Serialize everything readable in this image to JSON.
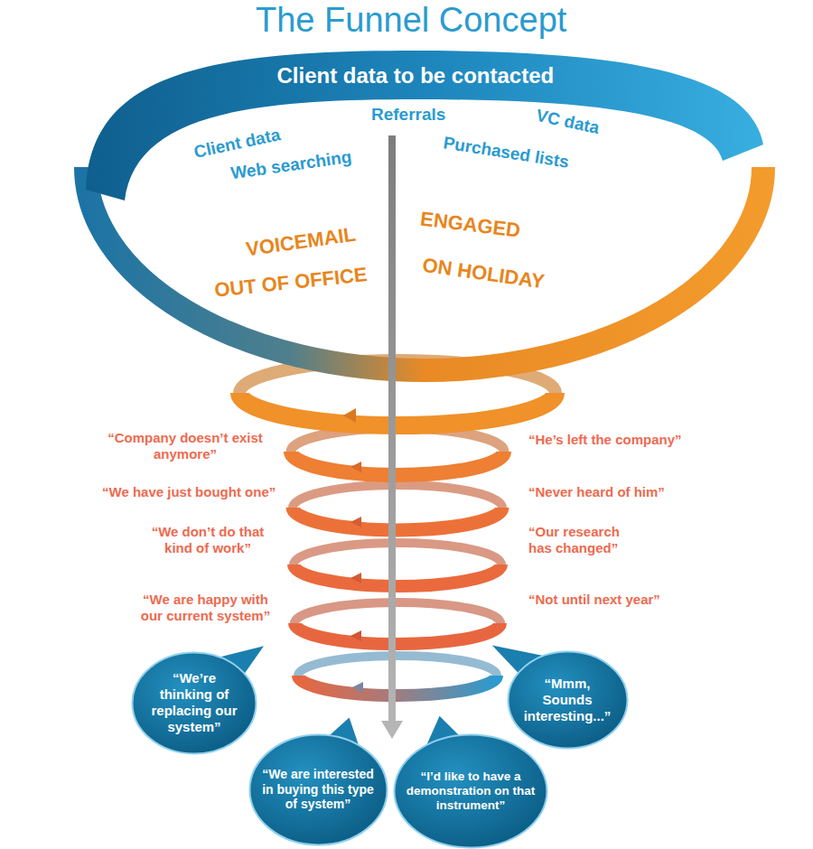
{
  "diagram": {
    "title": "The Funnel Concept",
    "nodes": [
      {
        "text": [
          "“We’re thinking of replacing our system”"
        ]
      },
      {
        "text": [
          "“Mmm, Sounds interesting...”"
        ]
      },
      {
        "text": [
          "“We are interested in buying this type of system”"
        ]
      },
      {
        "text": [
          "“I’d like to have a demonstration on that instrument”"
        ]
      }
    ],
    "labels": [
      "Client data to be contacted",
      "Client data",
      "Referrals",
      "VC data",
      "Web searching",
      "Purchased lists",
      "VOICEMAIL",
      "ENGAGED",
      "OUT OF OFFICE",
      "ON HOLIDAY",
      "“Company doesn’t exist anymore”",
      "“He’s left the company”",
      "“We have just bought one”",
      "“Never heard of him”",
      "“We don’t do that kind of work”",
      "“Our research has changed”",
      "“We are happy with our current system”",
      "“Not until next year”"
    ]
  }
}
